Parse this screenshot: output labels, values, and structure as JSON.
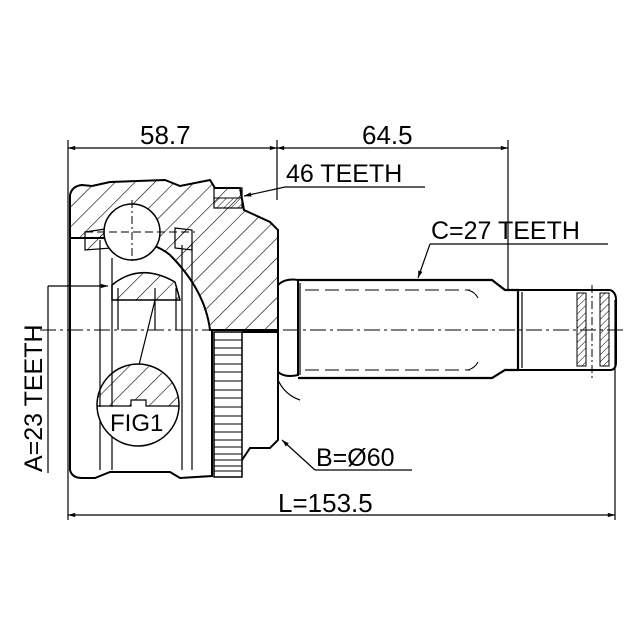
{
  "drawing": {
    "title": "CV joint outer technical drawing",
    "colors": {
      "line": "#000000",
      "background": "#ffffff"
    },
    "dimensions": {
      "left_section": "58.7",
      "right_section": "64.5",
      "total_length": "L=153.5"
    },
    "callouts": {
      "abs_ring": "46 TEETH",
      "outer_spline": "C=27 TEETH",
      "inner_spline": "A=23 TEETH",
      "seal_diameter": "B=Ø60"
    },
    "detail_label": "FIG1"
  }
}
